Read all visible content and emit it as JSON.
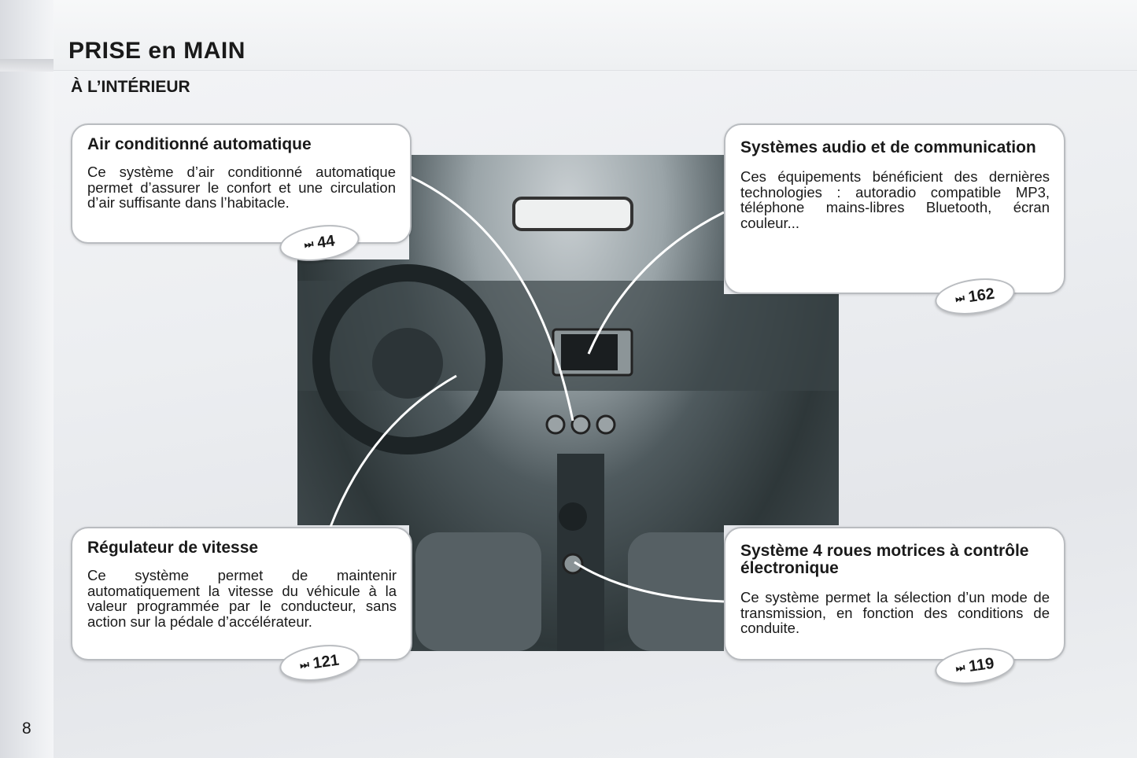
{
  "header": {
    "title": "PRISE en MAIN",
    "subtitle": "À L’INTÉRIEUR"
  },
  "page_number": "8",
  "callouts": [
    {
      "title": "Air conditionné automatique",
      "text": "Ce système d’air conditionné automatique permet d’assurer le confort et une circulation d’air suffisante dans l’habitacle.",
      "page_ref": "44",
      "icon": "page-reference-icon"
    },
    {
      "title": "Systèmes audio et de communication",
      "text": "Ces équipements bénéficient des dernières technologies : autoradio compatible MP3, téléphone mains-libres Bluetooth, écran couleur...",
      "page_ref": "162",
      "icon": "page-reference-icon"
    },
    {
      "title": "Régulateur de vitesse",
      "text": "Ce système permet de maintenir automatiquement la vitesse du véhicule à la valeur programmée par le conducteur, sans action sur la pédale d’accélérateur.",
      "page_ref": "121",
      "icon": "page-reference-icon"
    },
    {
      "title": "Système 4 roues motrices à contrôle électronique",
      "text": "Ce système permet la sélection d’un mode de transmission, en fonction des conditions de conduite.",
      "page_ref": "119",
      "icon": "page-reference-icon"
    }
  ],
  "icon_glyph": "⏭"
}
